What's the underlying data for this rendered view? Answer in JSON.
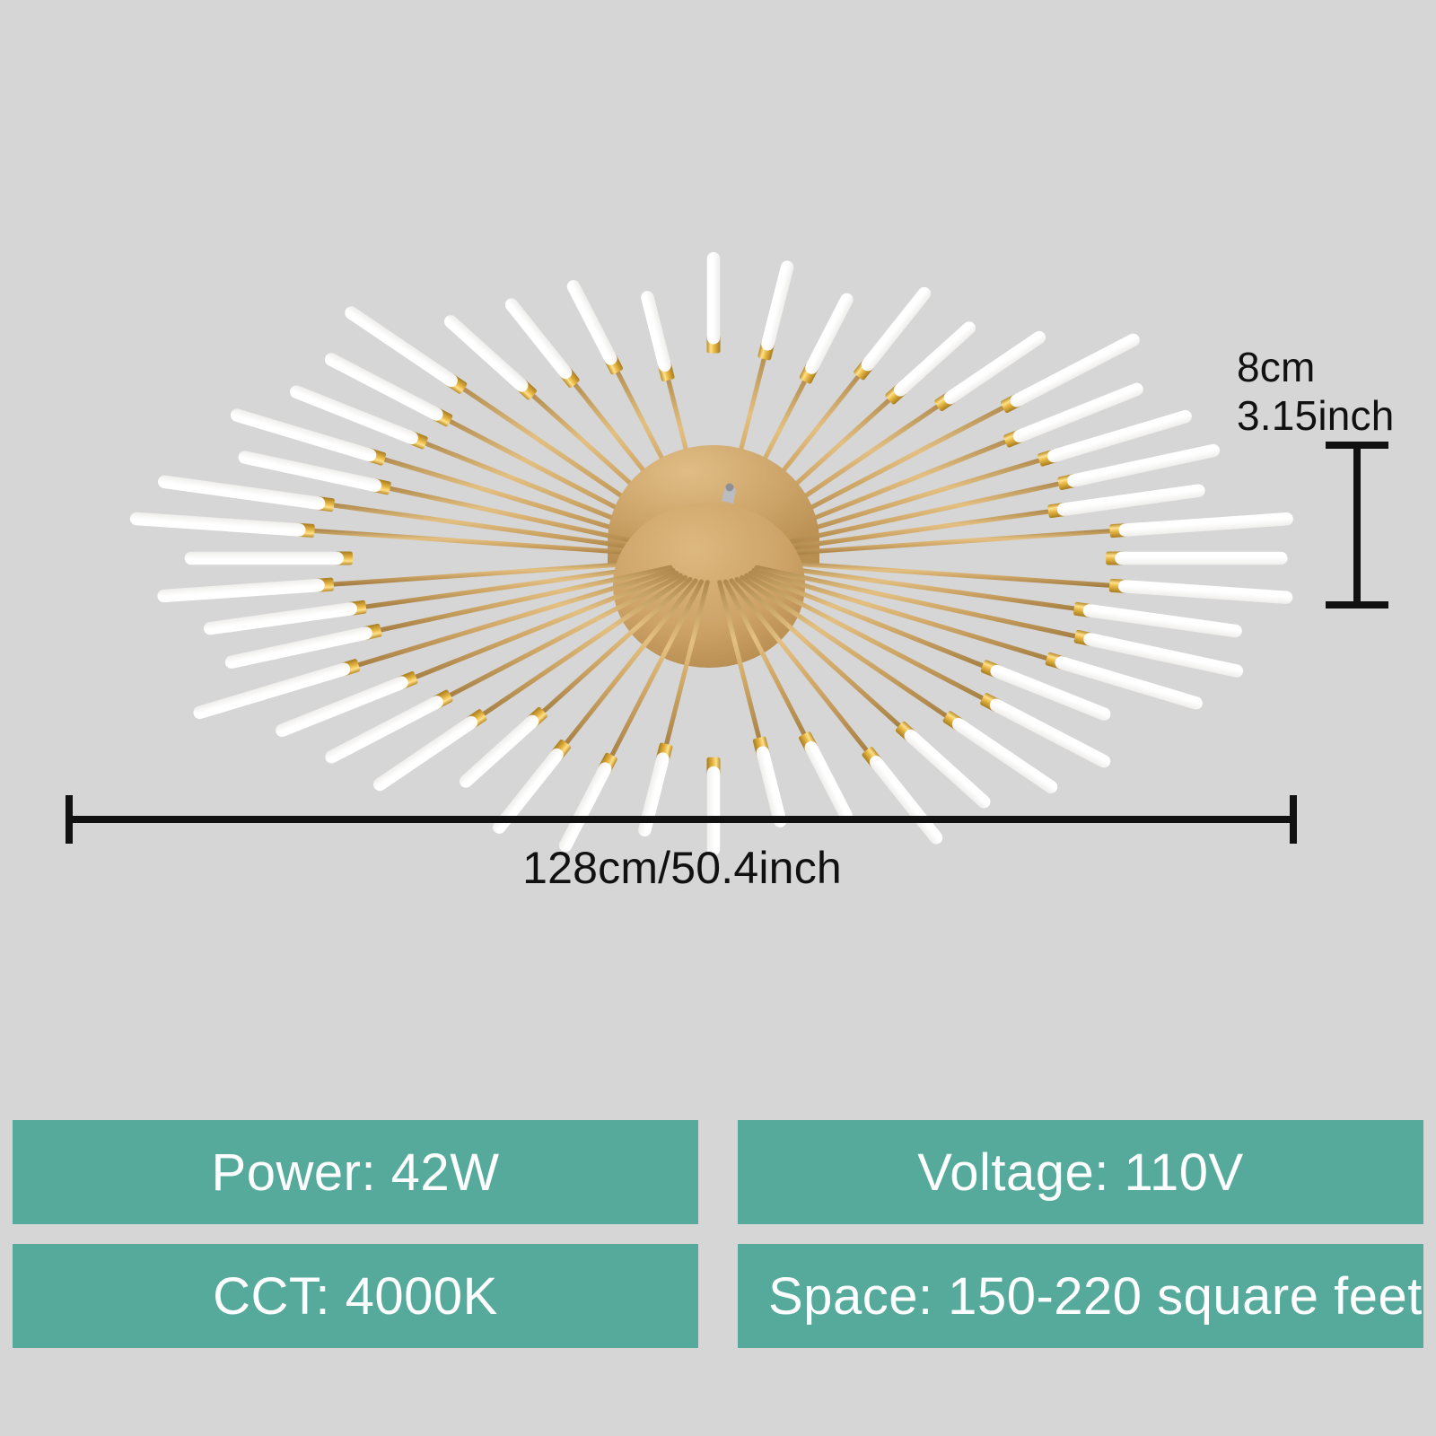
{
  "background_color": "#d6d6d6",
  "product": {
    "name": "sunburst-led-ceiling-light",
    "hub_color": "#c9a063",
    "hub_top_color": "#c19a5e",
    "arm_color": "#c9a063",
    "ferrule_color": "#e8bf58",
    "bulb_color": "#ffffff",
    "arm_count": 48
  },
  "dimensions": {
    "height_cm": "8cm",
    "height_inch": "3.15inch",
    "width_label": "128cm/50.4inch"
  },
  "specs": [
    {
      "label": "Power: 42W",
      "align": "center"
    },
    {
      "label": "Voltage: 110V",
      "align": "center"
    },
    {
      "label": "CCT: 4000K",
      "align": "center"
    },
    {
      "label": "Space: 150-220 square feet",
      "align": "left"
    }
  ],
  "spec_box_color": "#55aa9b",
  "spec_text_color": "#ffffff",
  "chart_data": {
    "type": "scatter",
    "title": "Sunburst ceiling light dimension diagram",
    "annotations": [
      "8cm",
      "3.15inch",
      "128cm/50.4inch"
    ]
  }
}
